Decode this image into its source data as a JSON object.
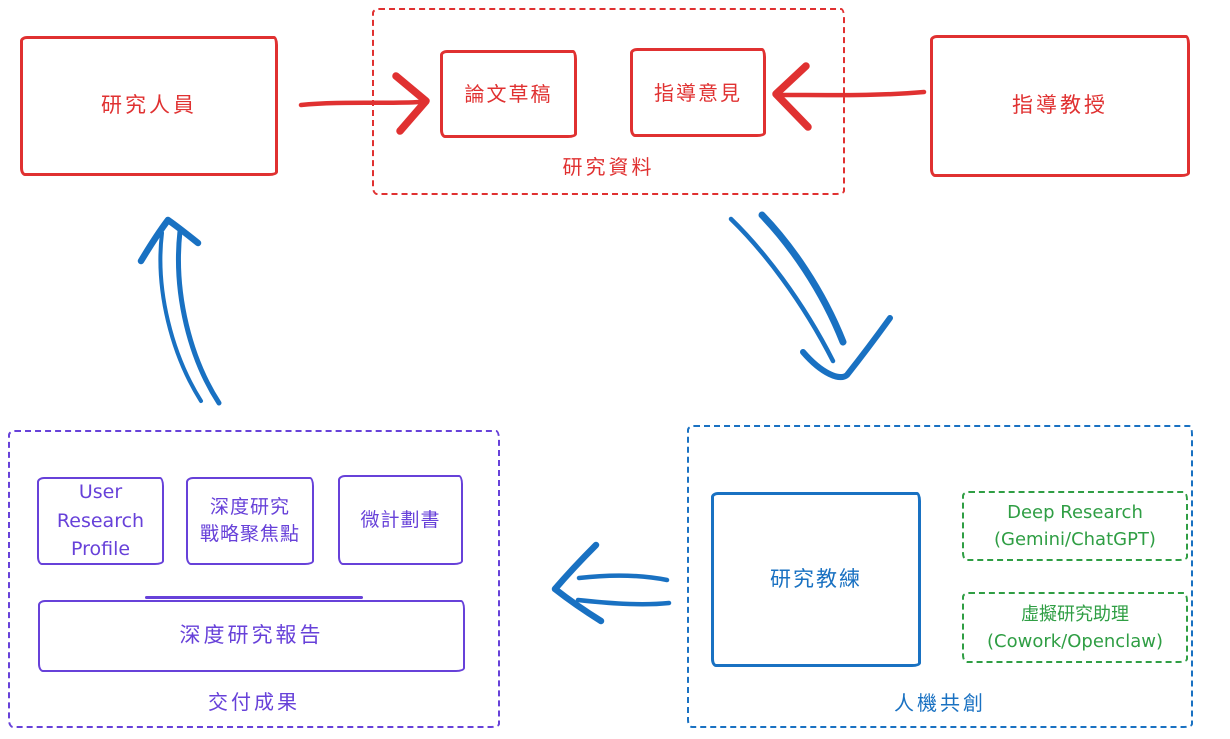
{
  "colors": {
    "red": "#e03131",
    "blue": "#1971c2",
    "green": "#2f9e44",
    "violet": "#6741d9",
    "background": "#ffffff"
  },
  "nodes": {
    "researcher": {
      "label": "研究人員"
    },
    "research_data": {
      "title": "研究資料",
      "paper_draft": "論文草稿",
      "advisor_feedback": "指導意見"
    },
    "professor": {
      "label": "指導教授"
    },
    "deliverables": {
      "title": "交付成果",
      "user_research_profile": "User\nResearch\nProfile",
      "strategy_focus": "深度研究\n戰略聚焦點",
      "micro_proposal": "微計劃書",
      "deep_report": "深度研究報告"
    },
    "co_creation": {
      "title": "人機共創",
      "research_coach": "研究教練",
      "deep_research": "Deep Research\n(Gemini/ChatGPT)",
      "virtual_assistant": "虛擬研究助理\n(Cowork/Openclaw)"
    }
  },
  "arrows": {
    "researcher_to_paper_draft": {
      "from": "研究人員",
      "to": "論文草稿",
      "color": "red"
    },
    "professor_to_advisor_feedback": {
      "from": "指導教授",
      "to": "指導意見",
      "color": "red"
    },
    "research_data_to_co_creation": {
      "from": "研究資料",
      "to": "人機共創",
      "color": "blue"
    },
    "co_creation_to_deliverables": {
      "from": "人機共創",
      "to": "交付成果",
      "color": "blue"
    },
    "deliverables_to_researcher": {
      "from": "交付成果",
      "to": "研究人員",
      "color": "blue"
    }
  }
}
